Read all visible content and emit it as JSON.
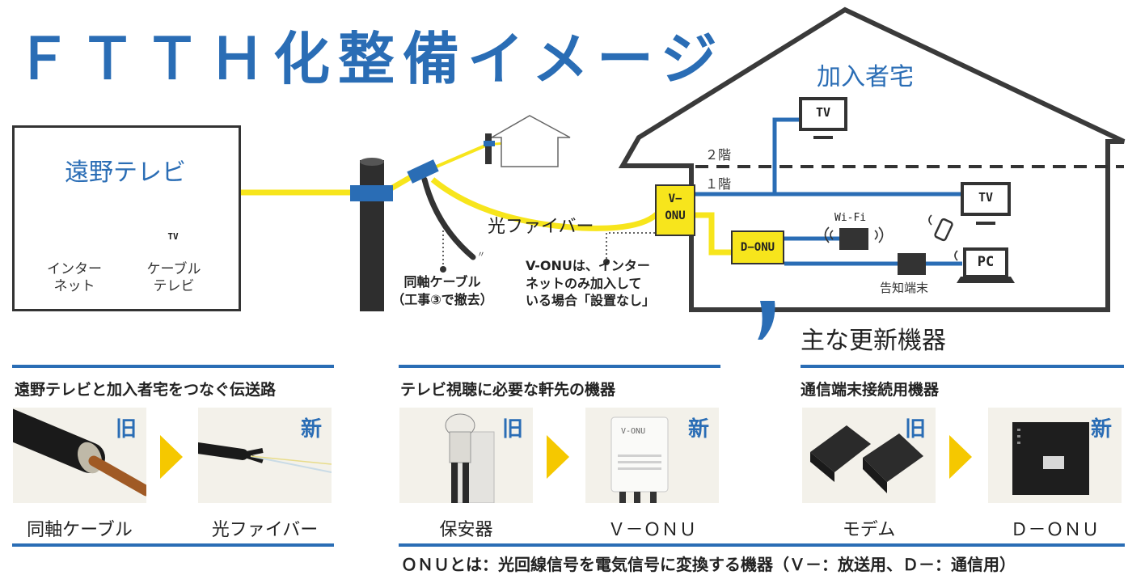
{
  "title": "ＦＴＴＨ化整備イメージ",
  "tono_tv": {
    "name": "遠野テレビ",
    "internet_label_1": "インター",
    "internet_label_2": "ネット",
    "cable_label_1": "ケーブル",
    "cable_label_2": "テレビ"
  },
  "tv_badge": "TV",
  "pc_badge": "PC",
  "coax_note_1": "同軸ケーブル",
  "coax_note_2": "（工事③で撤去）",
  "fiber_label": "光ファイバー",
  "vonu_note_1": "V-ONUは、インター",
  "vonu_note_2": "ネットのみ加入して",
  "vonu_note_3": "いる場合「設置なし」",
  "house": {
    "title": "加入者宅",
    "floor2": "２階",
    "floor1": "１階",
    "vonu_1": "V−",
    "vonu_2": "ONU",
    "donu": "D−ONU",
    "wifi": "Wi-Fi",
    "notice_terminal": "告知端末"
  },
  "main_update": "主な更新機器",
  "sections": [
    {
      "title": "遠野テレビと加入者宅をつなぐ伝送路",
      "old_tag": "旧",
      "new_tag": "新",
      "old_caption": "同軸ケーブル",
      "new_caption": "光ファイバー"
    },
    {
      "title": "テレビ視聴に必要な軒先の機器",
      "old_tag": "旧",
      "new_tag": "新",
      "old_caption": "保安器",
      "new_caption": "Ｖ－ＯＮＵ"
    },
    {
      "title": "通信端末接続用機器",
      "old_tag": "旧",
      "new_tag": "新",
      "old_caption": "モデム",
      "new_caption": "Ｄ－ＯＮＵ"
    }
  ],
  "vonu_photo_label": "V-ONU",
  "footnote": "ＯＮＵとは：光回線信号を電気信号に変換する機器（Ｖ－：放送用、Ｄ－：通信用）",
  "colors": {
    "blue": "#2a6db5",
    "yellow": "#f7e51c",
    "dark": "#333333"
  }
}
